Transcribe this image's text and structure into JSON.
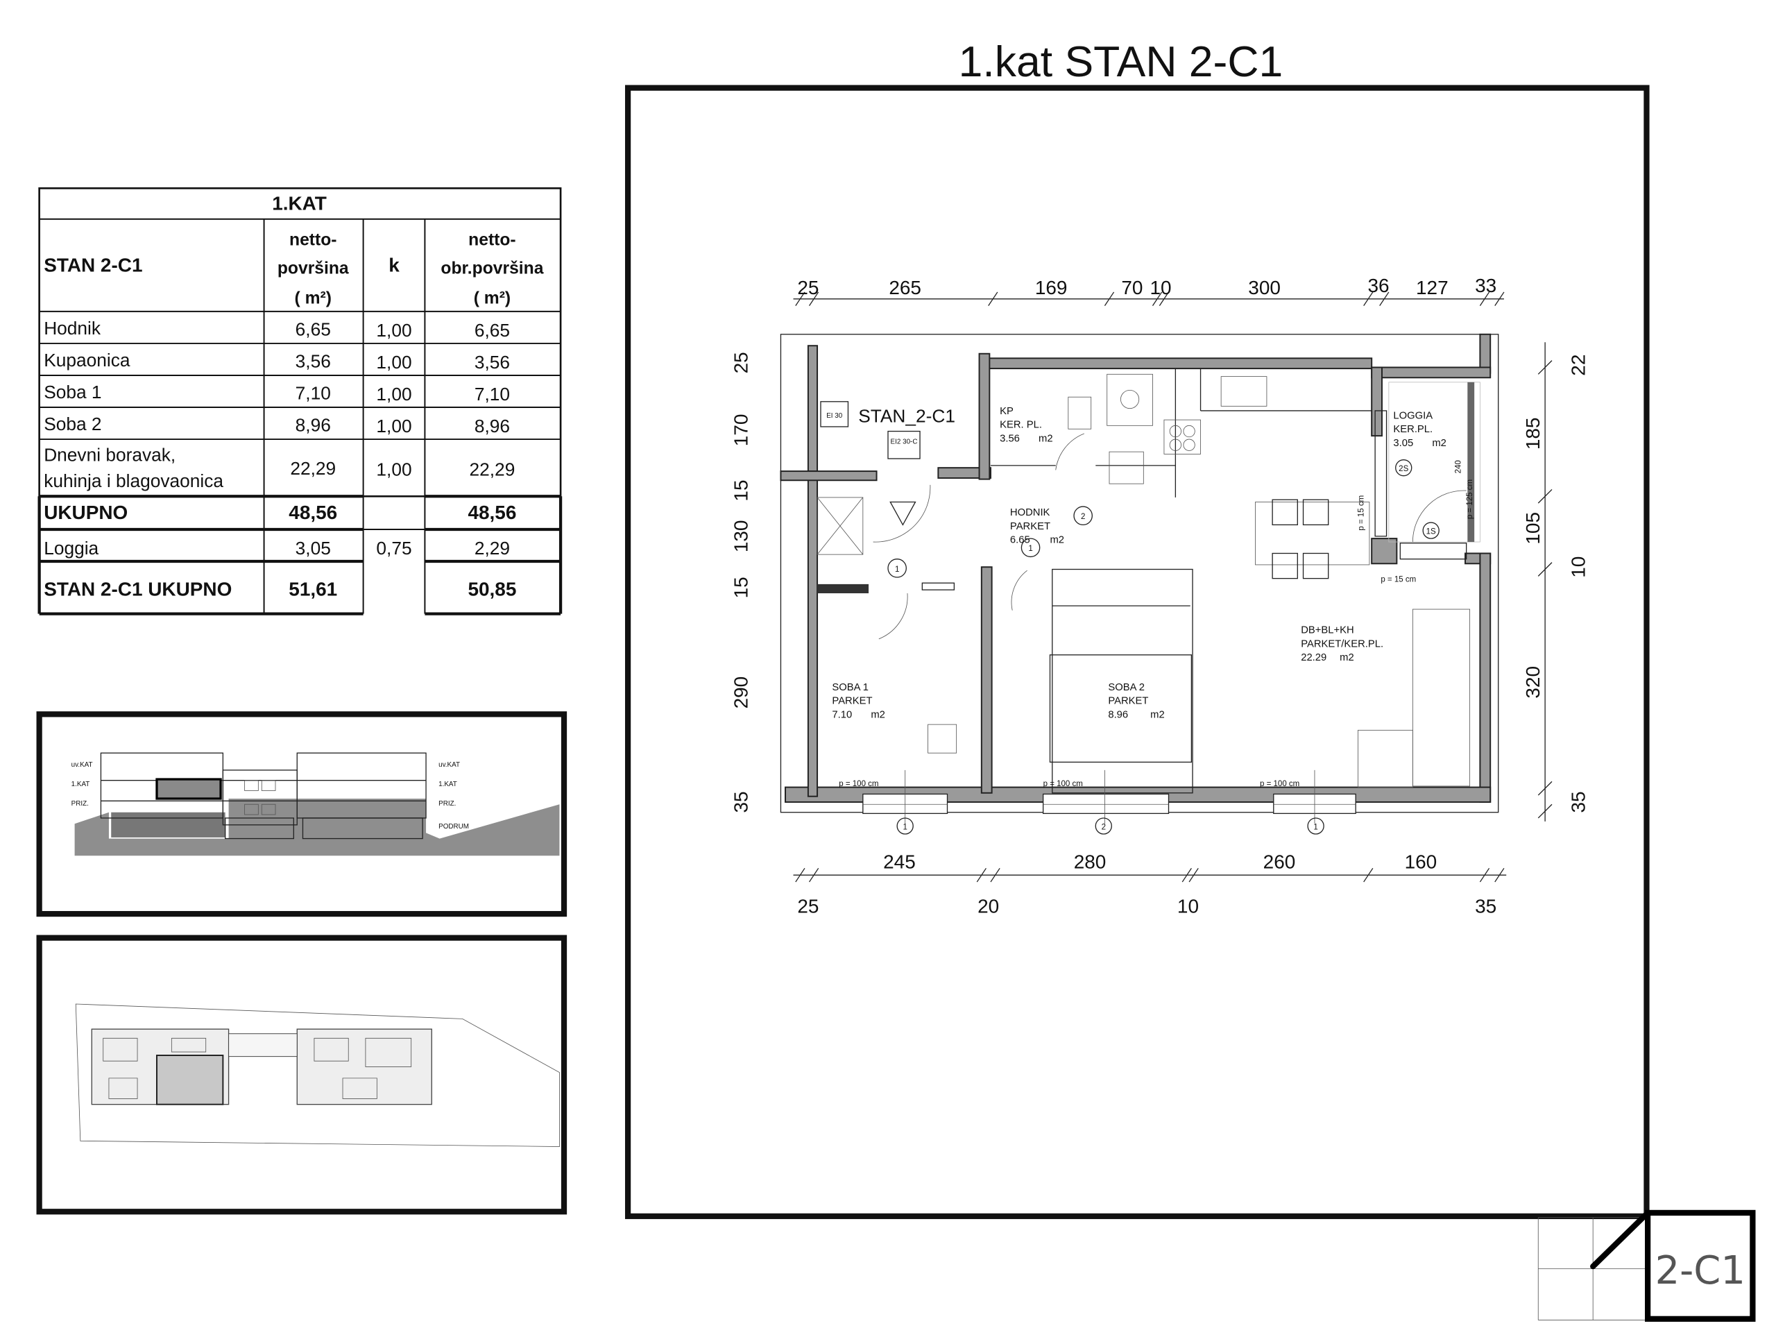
{
  "title": "1.kat  STAN  2-C1",
  "table": {
    "floor": "1.KAT",
    "header": {
      "unit": "STAN 2-C1",
      "col1": [
        "netto-",
        "površina",
        "( m²)"
      ],
      "col2": "k",
      "col3": [
        "netto-",
        "obr.površina",
        "( m²)"
      ]
    },
    "rows": [
      {
        "name": "Hodnik",
        "net": "6,65",
        "k": "1,00",
        "obr": "6,65"
      },
      {
        "name": "Kupaonica",
        "net": "3,56",
        "k": "1,00",
        "obr": "3,56"
      },
      {
        "name": "Soba 1",
        "net": "7,10",
        "k": "1,00",
        "obr": "7,10"
      },
      {
        "name": "Soba 2",
        "net": "8,96",
        "k": "1,00",
        "obr": "8,96"
      },
      {
        "name": [
          "Dnevni boravak,",
          "kuhinja i blagovaonica"
        ],
        "net": "22,29",
        "k": "1,00",
        "obr": "22,29"
      }
    ],
    "subtotal": {
      "name": "UKUPNO",
      "net": "48,56",
      "obr": "48,56"
    },
    "loggia": {
      "name": "Loggia",
      "net": "3,05",
      "k": "0,75",
      "obr": "2,29"
    },
    "total": {
      "name": "STAN 2-C1 UKUPNO",
      "net": "51,61",
      "obr": "50,85"
    }
  },
  "elevation": {
    "left": [
      "uv.KAT",
      "1.KAT",
      "PRIZ."
    ],
    "right": [
      "uv.KAT",
      "1.KAT",
      "PRIZ.",
      "PODRUM"
    ]
  },
  "plan": {
    "unit_label": "STAN_2-C1",
    "door_labels": [
      "EI 30",
      "EI2 30-C"
    ],
    "rooms": {
      "kp": [
        "KP",
        "KER. PL.",
        "3.56",
        "m2"
      ],
      "hodnik": [
        "HODNIK",
        "PARKET",
        "6.65",
        "m2"
      ],
      "loggia": [
        "LOGGIA",
        "KER.PL.",
        "3.05",
        "m2"
      ],
      "db": [
        "DB+BL+KH",
        "PARKET/KER.PL.",
        "22.29",
        "m2"
      ],
      "soba1": [
        "SOBA 1",
        "PARKET",
        "7.10",
        "m2"
      ],
      "soba2": [
        "SOBA 2",
        "PARKET",
        "8.96",
        "m2"
      ]
    },
    "notes": {
      "p100": "p = 100 cm",
      "p15": "p = 15 cm",
      "p125": "p = 125 cm",
      "h240": "240"
    },
    "markers": [
      "1",
      "2",
      "1",
      "1S",
      "2S",
      "1",
      "2",
      "1"
    ],
    "dims_top": [
      "25",
      "265",
      "169",
      "70",
      "10",
      "300",
      "36",
      "127",
      "33"
    ],
    "dims_bottom1": [
      "245",
      "280",
      "260",
      "160"
    ],
    "dims_bottom2": [
      "25",
      "20",
      "10",
      "35"
    ],
    "dims_left": [
      "25",
      "170",
      "15",
      "130",
      "15",
      "290",
      "35"
    ],
    "dims_right": [
      "22",
      "185",
      "105",
      "10",
      "320",
      "35"
    ]
  },
  "key_label": "2-C1"
}
